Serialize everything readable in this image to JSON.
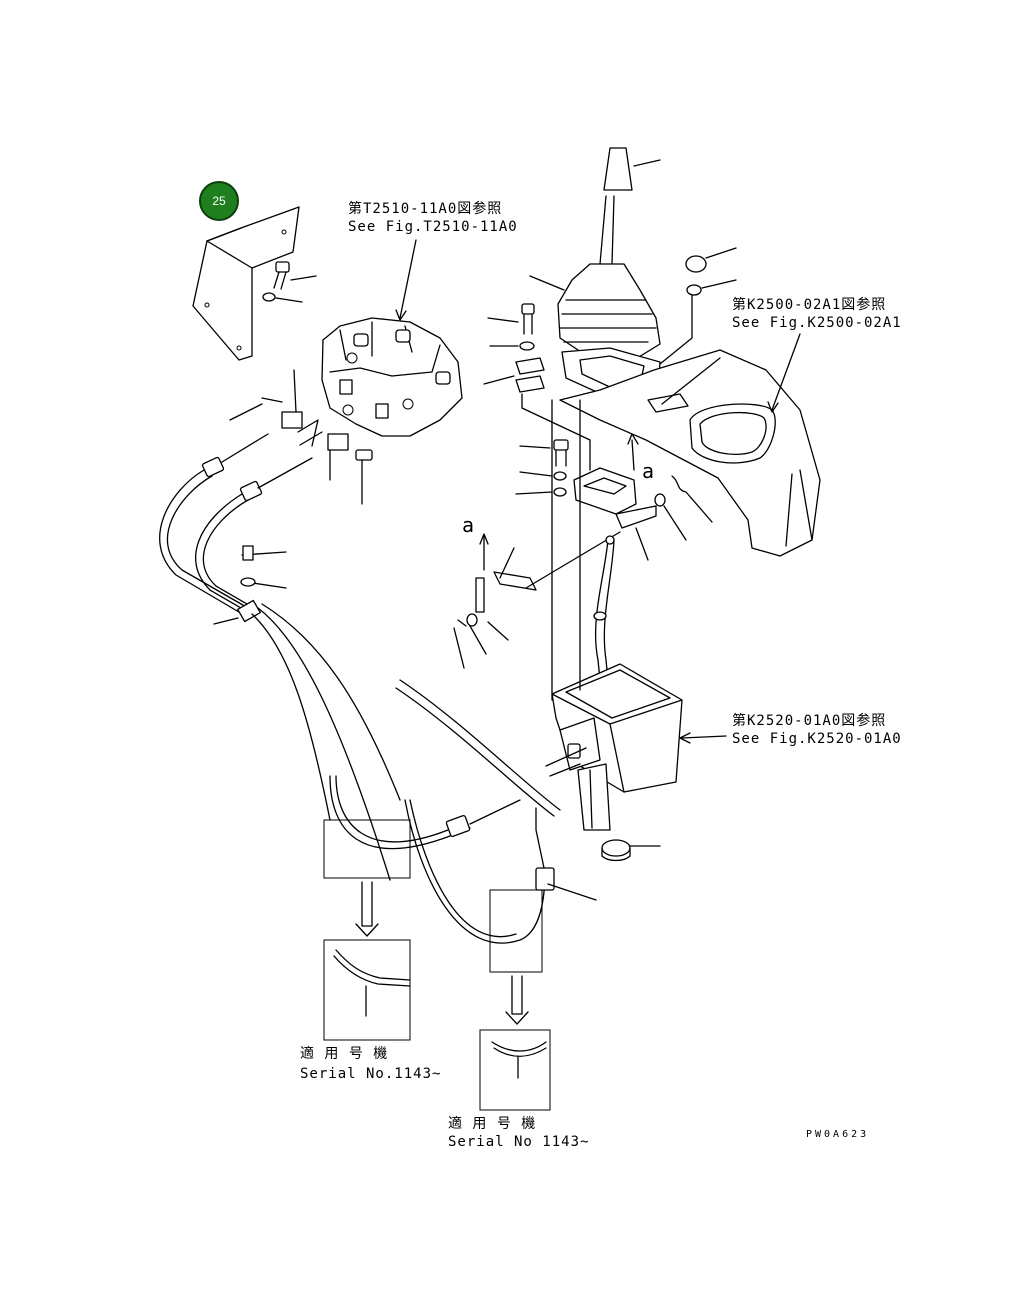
{
  "badge": {
    "number": "25",
    "color": "#1f7f1f"
  },
  "references": {
    "t2510": {
      "jp": "第T2510-11A0図参照",
      "en": "See Fig.T2510-11A0"
    },
    "k2500": {
      "jp": "第K2500-02A1図参照",
      "en": "See Fig.K2500-02A1"
    },
    "k2520": {
      "jp": "第K2520-01A0図参照",
      "en": "See Fig.K2520-01A0"
    }
  },
  "detail_markers": {
    "a1": "a",
    "a2": "a"
  },
  "serial_notes": {
    "left": {
      "jp": "適 用 号 機",
      "en": "Serial No.1143~"
    },
    "right": {
      "jp": "適 用 号 機",
      "en": "Serial No 1143~"
    }
  },
  "drawing_code": "PW0A623"
}
